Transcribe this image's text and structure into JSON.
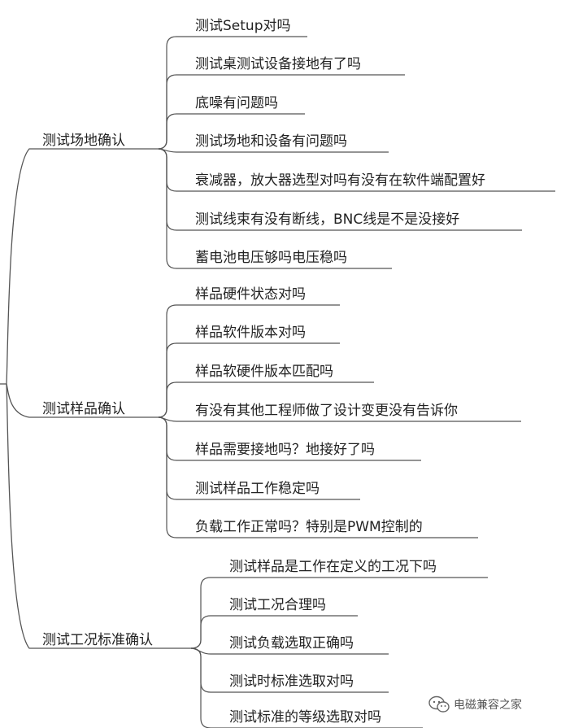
{
  "mindmap": {
    "line_color": "#555555",
    "text_color": "#222222",
    "branches": [
      {
        "label": "测试场地确认",
        "children": [
          "测试Setup对吗",
          "测试桌测试设备接地有了吗",
          "底噪有问题吗",
          "测试场地和设备有问题吗",
          "衰减器，放大器选型对吗有没有在软件端配置好",
          "测试线束有没有断线，BNC线是不是没接好",
          "蓄电池电压够吗电压稳吗"
        ]
      },
      {
        "label": "测试样品确认",
        "children": [
          "样品硬件状态对吗",
          "样品软件版本对吗",
          "样品软硬件版本匹配吗",
          "有没有其他工程师做了设计变更没有告诉你",
          "样品需要接地吗？地接好了吗",
          "测试样品工作稳定吗",
          "负载工作正常吗？特别是PWM控制的"
        ]
      },
      {
        "label": "测试工况标准确认",
        "children": [
          "测试样品是工作在定义的工况下吗",
          "测试工况合理吗",
          "测试负载选取正确吗",
          "测试时标准选取对吗",
          "测试标准的等级选取对吗"
        ]
      }
    ]
  },
  "watermark": {
    "icon": "wechat-icon",
    "text": "电磁兼容之家"
  }
}
